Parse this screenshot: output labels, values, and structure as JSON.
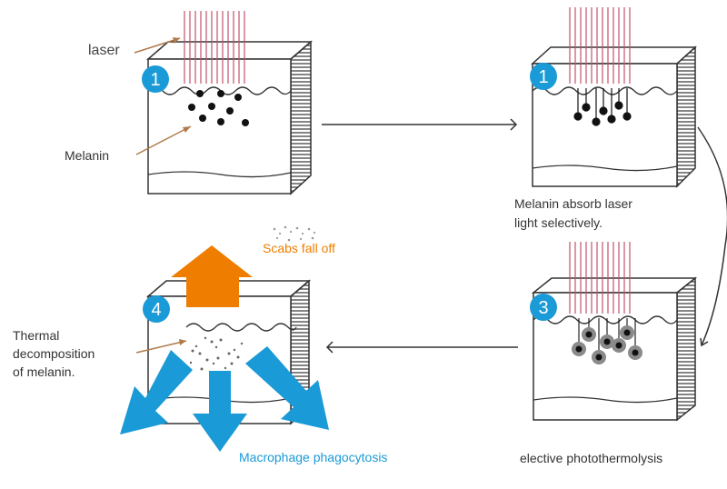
{
  "labels": {
    "laser": "laser",
    "melanin": "Melanin",
    "melanin_absorb_line1": "Melanin absorb laser",
    "melanin_absorb_line2": "light selectively.",
    "scabs_fall_off": "Scabs fall off",
    "thermal_line1": "Thermal",
    "thermal_line2": "decomposition",
    "thermal_line3": "of melanin.",
    "macrophage": "Macrophage phagocytosis",
    "photothermolysis": "elective photothermolysis"
  },
  "steps": [
    {
      "number": "1"
    },
    {
      "number": "1"
    },
    {
      "number": "3"
    },
    {
      "number": "4"
    }
  ],
  "colors": {
    "step_badge": "#1a9ad6",
    "laser_lines": "#c0546a",
    "outline": "#333333",
    "orange_arrow": "#ef7d00",
    "blue_arrows": "#1a9ad6",
    "melanin_dots": "#111111",
    "heated_glow": "#8a8a8a"
  }
}
